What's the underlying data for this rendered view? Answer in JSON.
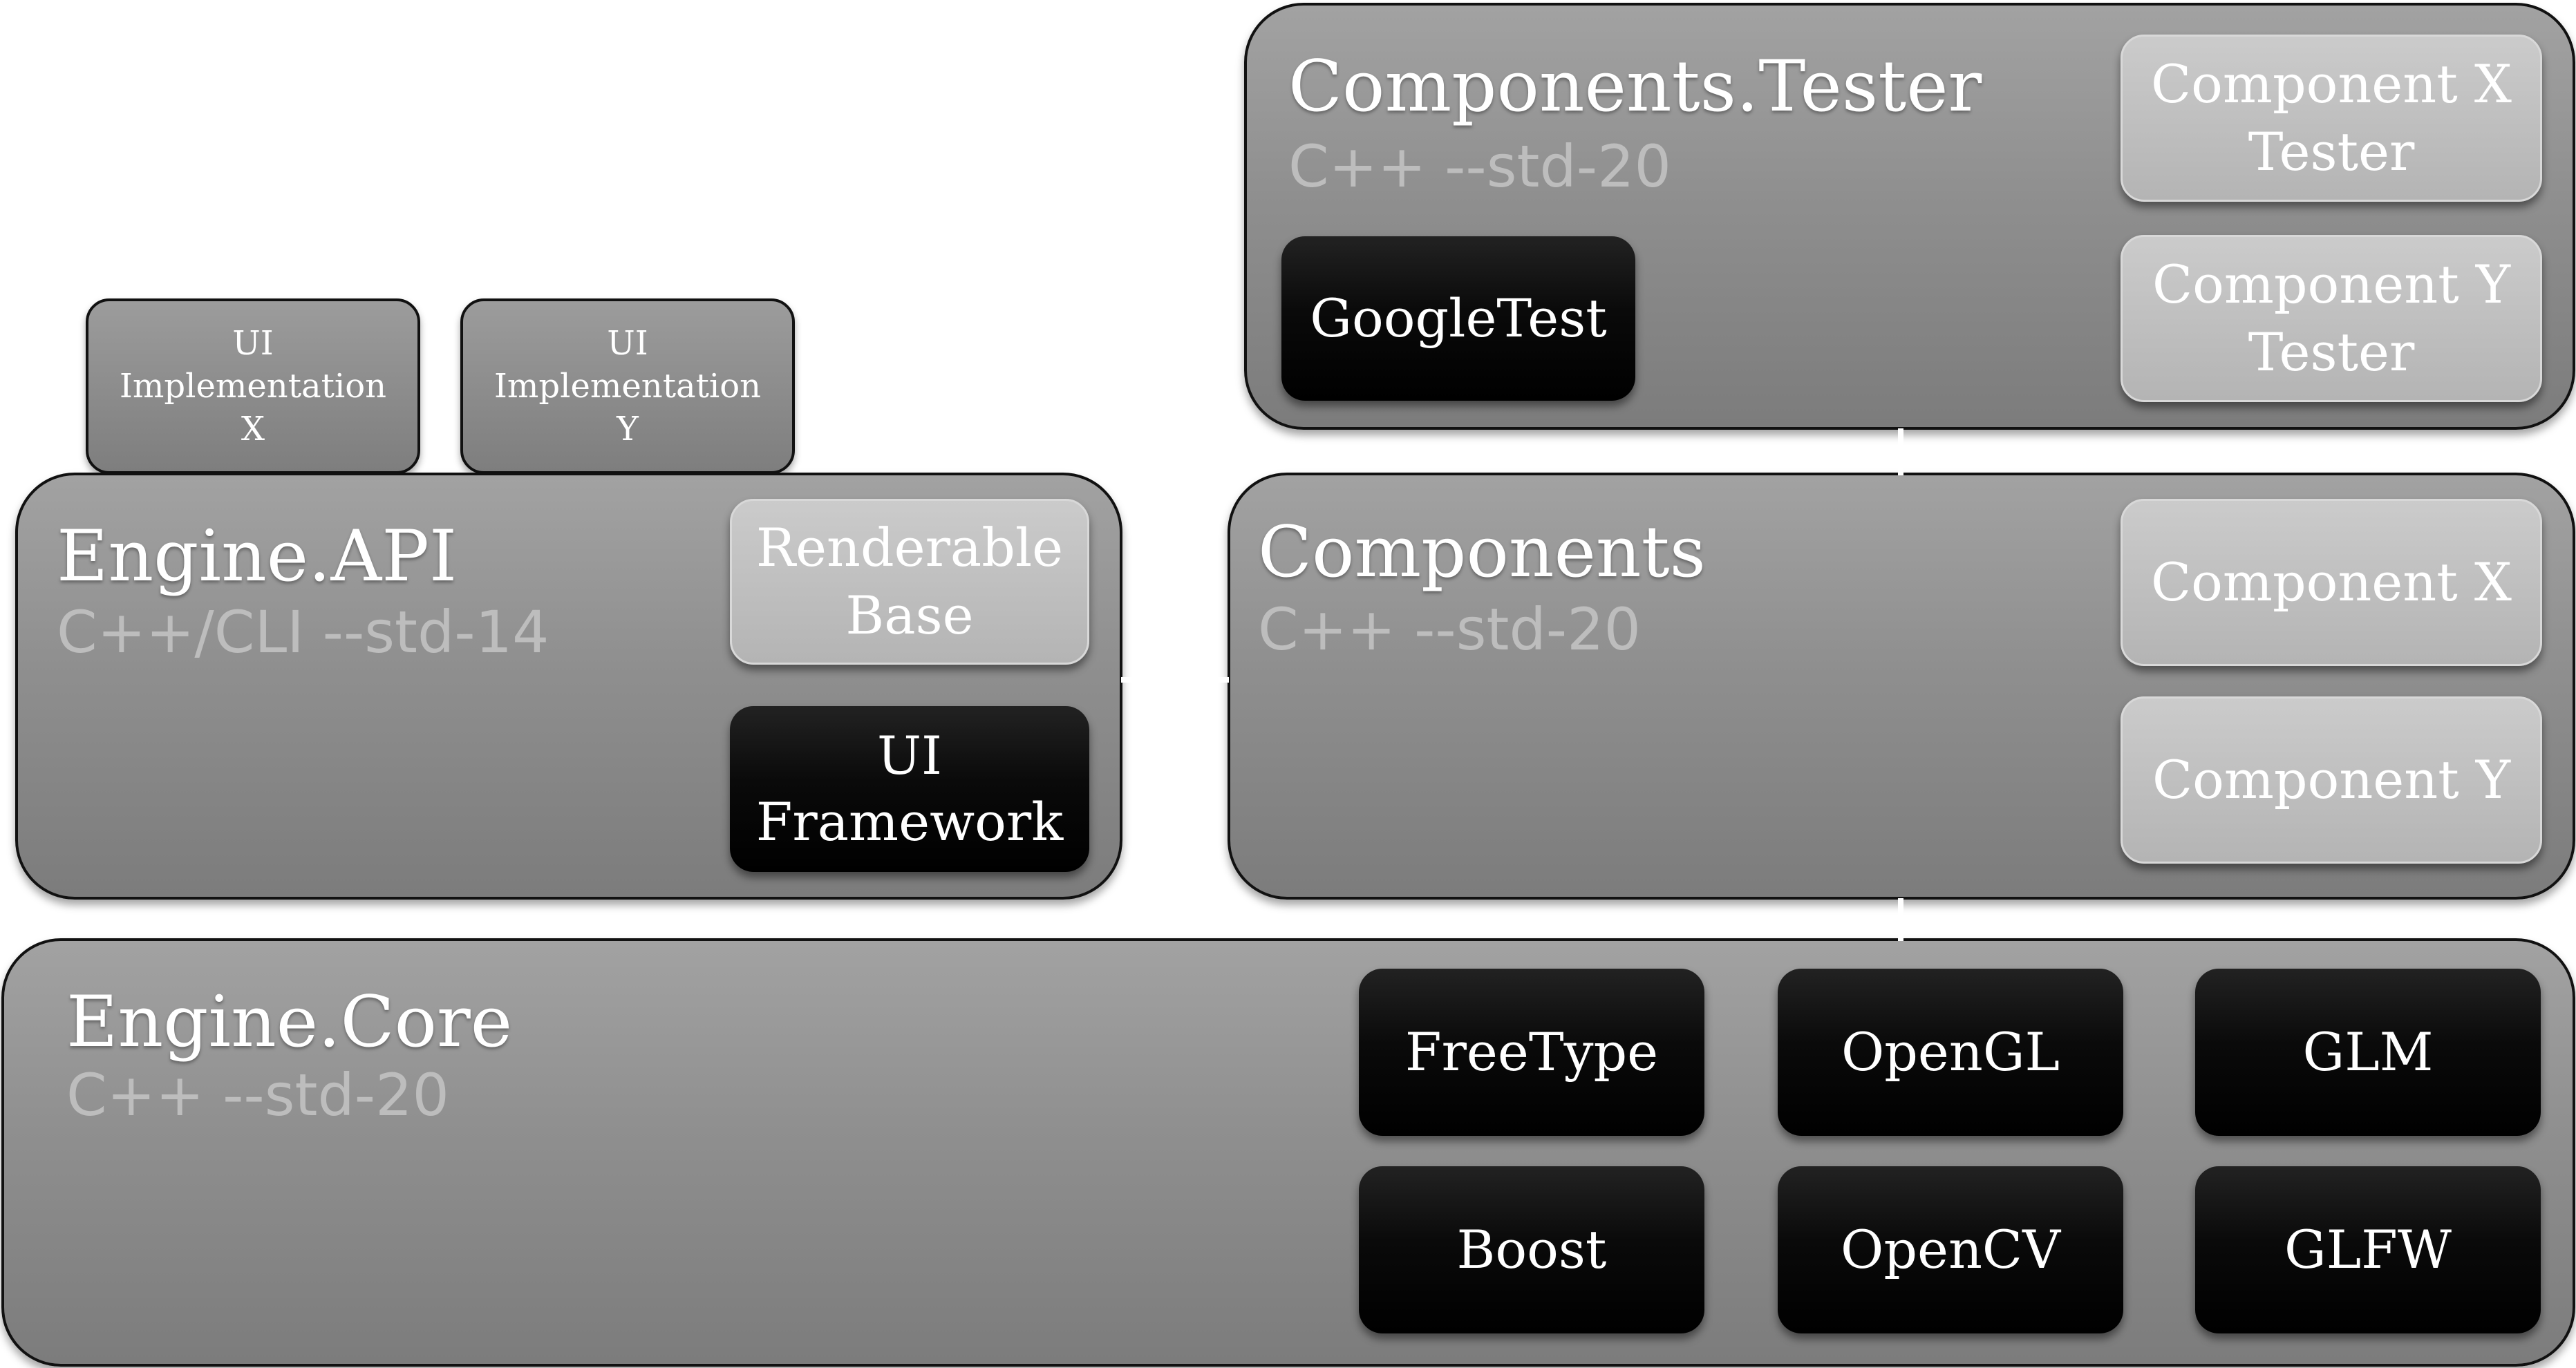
{
  "diagram": {
    "ui_impl_x": "UI\nImplementation\nX",
    "ui_impl_y": "UI\nImplementation\nY",
    "engine_api": {
      "title": "Engine.API",
      "subtitle": "C++/CLI --std-14",
      "renderable_base": "Renderable\nBase",
      "ui_framework": "UI\nFramework"
    },
    "components_tester": {
      "title": "Components.Tester",
      "subtitle": "C++ --std-20",
      "googletest": "GoogleTest",
      "component_x_tester": "Component X\nTester",
      "component_y_tester": "Component Y\nTester"
    },
    "components": {
      "title": "Components",
      "subtitle": "C++ --std-20",
      "component_x": "Component X",
      "component_y": "Component Y"
    },
    "engine_core": {
      "title": "Engine.Core",
      "subtitle": "C++ --std-20",
      "libs": [
        "FreeType",
        "OpenGL",
        "GLM",
        "Boost",
        "OpenCV",
        "GLFW"
      ]
    }
  }
}
